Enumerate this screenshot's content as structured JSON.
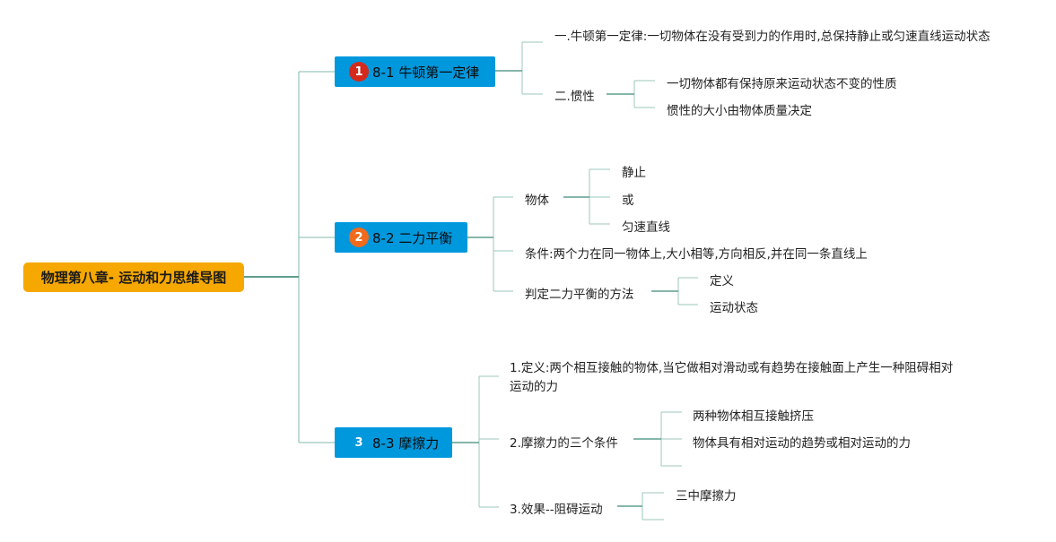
{
  "root": {
    "label": "物理第八章- 运动和力思维导图"
  },
  "branches": [
    {
      "number": "1",
      "label": "8-1 牛顿第一定律",
      "children": [
        {
          "label": "一.牛顿第一定律:一切物体在没有受到力的作用时,总保持静止或匀速直线运动状态"
        },
        {
          "label": "二.惯性",
          "children": [
            {
              "label": "一切物体都有保持原来运动状态不变的性质"
            },
            {
              "label": "惯性的大小由物体质量决定"
            }
          ]
        }
      ]
    },
    {
      "number": "2",
      "label": "8-2 二力平衡",
      "children": [
        {
          "label": "物体",
          "children": [
            {
              "label": "静止"
            },
            {
              "label": "或"
            },
            {
              "label": "匀速直线"
            }
          ]
        },
        {
          "label": "条件:两个力在同一物体上,大小相等,方向相反,并在同一条直线上"
        },
        {
          "label": "判定二力平衡的方法",
          "children": [
            {
              "label": "定义"
            },
            {
              "label": "运动状态"
            }
          ]
        }
      ]
    },
    {
      "number": "3",
      "label": "8-3 摩擦力",
      "children": [
        {
          "label": "1.定义:两个相互接触的物体,当它做相对滑动或有趋势在接触面上产生一种阻碍相对运动的力"
        },
        {
          "label": "2.摩擦力的三个条件",
          "children": [
            {
              "label": "两种物体相互接触挤压"
            },
            {
              "label": "物体具有相对运动的趋势或相对运动的力"
            },
            {
              "label": ""
            }
          ]
        },
        {
          "label": "3.效果--阻碍运动",
          "children": [
            {
              "label": "三中摩擦力"
            },
            {
              "label": ""
            }
          ]
        }
      ]
    }
  ]
}
